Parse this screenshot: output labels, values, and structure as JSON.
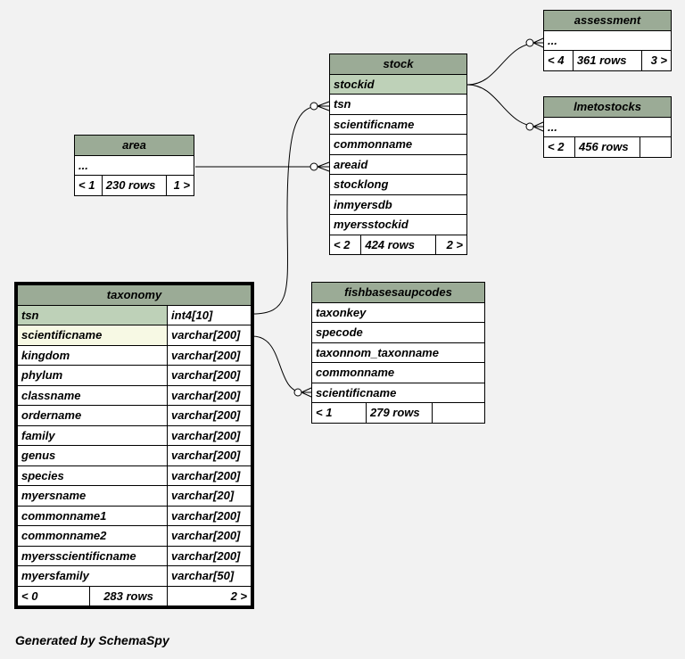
{
  "tables": {
    "assessment": {
      "name": "assessment",
      "rows": [
        "..."
      ],
      "nav_left": "< 4",
      "rows_count": "361 rows",
      "nav_right": "3 >"
    },
    "lmetostocks": {
      "name": "lmetostocks",
      "rows": [
        "..."
      ],
      "nav_left": "< 2",
      "rows_count": "456 rows",
      "nav_right": ""
    },
    "stock": {
      "name": "stock",
      "rows": [
        "stockid",
        "tsn",
        "scientificname",
        "commonname",
        "areaid",
        "stocklong",
        "inmyersdb",
        "myersstockid"
      ],
      "nav_left": "< 2",
      "rows_count": "424 rows",
      "nav_right": "2 >"
    },
    "area": {
      "name": "area",
      "rows": [
        "..."
      ],
      "nav_left": "< 1",
      "rows_count": "230 rows",
      "nav_right": "1 >"
    },
    "fishbasesaupcodes": {
      "name": "fishbasesaupcodes",
      "rows": [
        "taxonkey",
        "specode",
        "taxonnom_taxonname",
        "commonname",
        "scientificname"
      ],
      "nav_left": "< 1",
      "rows_count": "279 rows",
      "nav_right": ""
    },
    "taxonomy": {
      "name": "taxonomy",
      "rows": [
        {
          "col": "tsn",
          "type": "int4[10]"
        },
        {
          "col": "scientificname",
          "type": "varchar[200]"
        },
        {
          "col": "kingdom",
          "type": "varchar[200]"
        },
        {
          "col": "phylum",
          "type": "varchar[200]"
        },
        {
          "col": "classname",
          "type": "varchar[200]"
        },
        {
          "col": "ordername",
          "type": "varchar[200]"
        },
        {
          "col": "family",
          "type": "varchar[200]"
        },
        {
          "col": "genus",
          "type": "varchar[200]"
        },
        {
          "col": "species",
          "type": "varchar[200]"
        },
        {
          "col": "myersname",
          "type": "varchar[20]"
        },
        {
          "col": "commonname1",
          "type": "varchar[200]"
        },
        {
          "col": "commonname2",
          "type": "varchar[200]"
        },
        {
          "col": "myersscientificname",
          "type": "varchar[200]"
        },
        {
          "col": "myersfamily",
          "type": "varchar[50]"
        }
      ],
      "nav_left": "< 0",
      "rows_count": "283 rows",
      "nav_right": "2 >"
    }
  },
  "footer": "Generated by SchemaSpy"
}
